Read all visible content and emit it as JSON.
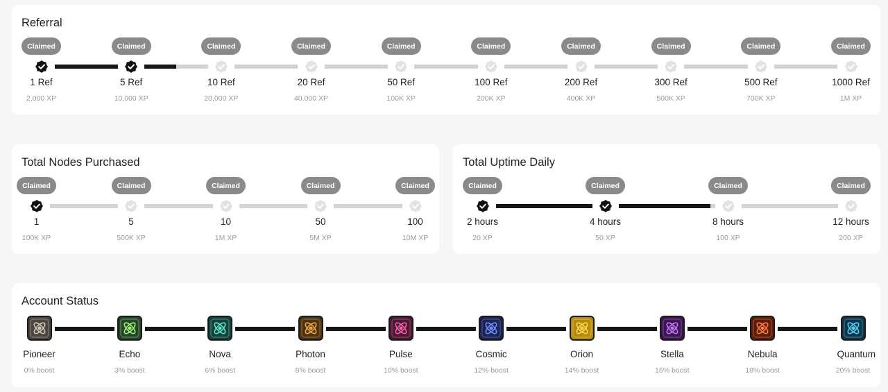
{
  "colors": {
    "done": "#151515",
    "pending": "#d4d4d4",
    "pill": "#8a8a8a",
    "muted": "#9a9a9a"
  },
  "referral": {
    "title": "Referral",
    "steps": [
      {
        "claim": "Claimed",
        "label": "1 Ref",
        "reward": "2,000 XP",
        "done": true,
        "progress": 1
      },
      {
        "claim": "Claimed",
        "label": "5 Ref",
        "reward": "10,000 XP",
        "done": true,
        "progress": 0.5
      },
      {
        "claim": "Claimed",
        "label": "10 Ref",
        "reward": "20,000 XP",
        "done": false,
        "progress": 0
      },
      {
        "claim": "Claimed",
        "label": "20 Ref",
        "reward": "40,000 XP",
        "done": false,
        "progress": 0
      },
      {
        "claim": "Claimed",
        "label": "50 Ref",
        "reward": "100K XP",
        "done": false,
        "progress": 0
      },
      {
        "claim": "Claimed",
        "label": "100 Ref",
        "reward": "200K XP",
        "done": false,
        "progress": 0
      },
      {
        "claim": "Claimed",
        "label": "200 Ref",
        "reward": "400K XP",
        "done": false,
        "progress": 0
      },
      {
        "claim": "Claimed",
        "label": "300 Ref",
        "reward": "500K XP",
        "done": false,
        "progress": 0
      },
      {
        "claim": "Claimed",
        "label": "500 Ref",
        "reward": "700K XP",
        "done": false,
        "progress": 0
      },
      {
        "claim": "Claimed",
        "label": "1000 Ref",
        "reward": "1M XP",
        "done": false,
        "progress": 0
      }
    ]
  },
  "nodes": {
    "title": "Total Nodes Purchased",
    "steps": [
      {
        "claim": "Claimed",
        "label": "1",
        "reward": "100K XP",
        "done": true,
        "progress": 0
      },
      {
        "claim": "Claimed",
        "label": "5",
        "reward": "500K XP",
        "done": false,
        "progress": 0
      },
      {
        "claim": "Claimed",
        "label": "10",
        "reward": "1M XP",
        "done": false,
        "progress": 0
      },
      {
        "claim": "Claimed",
        "label": "50",
        "reward": "5M XP",
        "done": false,
        "progress": 0
      },
      {
        "claim": "Claimed",
        "label": "100",
        "reward": "10M XP",
        "done": false,
        "progress": 0
      }
    ]
  },
  "uptime": {
    "title": "Total Uptime Daily",
    "steps": [
      {
        "claim": "Claimed",
        "label": "2 hours",
        "reward": "20 XP",
        "done": true,
        "progress": 1
      },
      {
        "claim": "Claimed",
        "label": "4 hours",
        "reward": "50 XP",
        "done": true,
        "progress": 0.95
      },
      {
        "claim": "Claimed",
        "label": "8 hours",
        "reward": "100 XP",
        "done": false,
        "progress": 0
      },
      {
        "claim": "Claimed",
        "label": "12 hours",
        "reward": "200 XP",
        "done": false,
        "progress": 0
      }
    ]
  },
  "account": {
    "title": "Account Status",
    "tiers": [
      {
        "name": "Pioneer",
        "boost": "0% boost",
        "icon": "pioneer-tier-icon",
        "color": "#cfc3b8",
        "bg": "#4a4540"
      },
      {
        "name": "Echo",
        "boost": "3% boost",
        "icon": "echo-tier-icon",
        "color": "#9ef07a",
        "bg": "#26452a"
      },
      {
        "name": "Nova",
        "boost": "6% boost",
        "icon": "nova-tier-icon",
        "color": "#5fe3c5",
        "bg": "#16413c"
      },
      {
        "name": "Photon",
        "boost": "8% boost",
        "icon": "photon-tier-icon",
        "color": "#f2a644",
        "bg": "#4a3316"
      },
      {
        "name": "Pulse",
        "boost": "10% boost",
        "icon": "pulse-tier-icon",
        "color": "#f45fa8",
        "bg": "#4a1a34"
      },
      {
        "name": "Cosmic",
        "boost": "12% boost",
        "icon": "cosmic-tier-icon",
        "color": "#6f8cff",
        "bg": "#1c2450"
      },
      {
        "name": "Orion",
        "boost": "14% boost",
        "icon": "orion-tier-icon",
        "color": "#ffd54a",
        "bg": "#b48a14"
      },
      {
        "name": "Stella",
        "boost": "16% boost",
        "icon": "stella-tier-icon",
        "color": "#c678f0",
        "bg": "#3c1650"
      },
      {
        "name": "Nebula",
        "boost": "18% boost",
        "icon": "nebula-tier-icon",
        "color": "#ff7a3a",
        "bg": "#5a1e10"
      },
      {
        "name": "Quantum",
        "boost": "20% boost",
        "icon": "quantum-tier-icon",
        "color": "#56d0f5",
        "bg": "#12344a"
      }
    ]
  }
}
